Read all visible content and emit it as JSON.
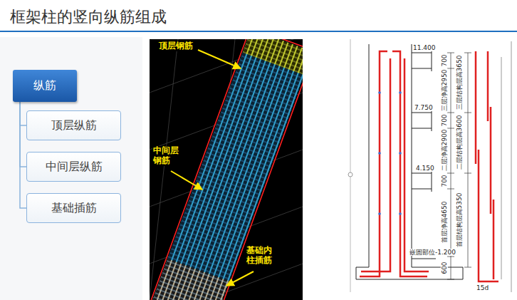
{
  "diagram": {
    "title": "框架柱的竖向纵筋组成",
    "nodes": [
      {
        "text": [
          "纵筋"
        ]
      },
      {
        "text": [
          "顶层纵筋"
        ]
      },
      {
        "text": [
          "中间层纵筋"
        ]
      },
      {
        "text": [
          "基础插筋"
        ]
      }
    ],
    "edges": [
      {
        "from": 0,
        "to": 1,
        "arrow": "none"
      },
      {
        "from": 0,
        "to": 2,
        "arrow": "none"
      },
      {
        "from": 0,
        "to": 3,
        "arrow": "none"
      }
    ],
    "labels": [
      "顶层钢筋",
      "中间层 钢筋",
      "基础内 柱插筋",
      "11.400",
      "7.750",
      "4.150",
      "嵌固部位-1.200",
      "700",
      "三层净高2950",
      "三层结构层高3650",
      "700",
      "二层净高2900",
      "二层结构层高3600",
      "700",
      "首层净高4650",
      "首层结构层高5350",
      "600",
      "15d"
    ]
  }
}
